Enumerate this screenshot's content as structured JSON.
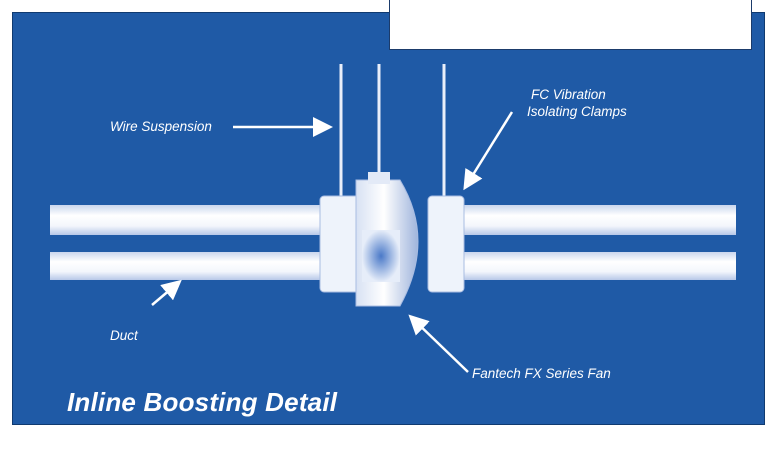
{
  "labels": {
    "wire_suspension": "Wire Suspension",
    "fc_clamps_line1": "FC Vibration",
    "fc_clamps_line2": "Isolating Clamps",
    "duct": "Duct",
    "fan": "Fantech FX Series Fan"
  },
  "title": "Inline Boosting Detail",
  "colors": {
    "background": "#1f5aa6",
    "foreground": "#ffffff"
  }
}
